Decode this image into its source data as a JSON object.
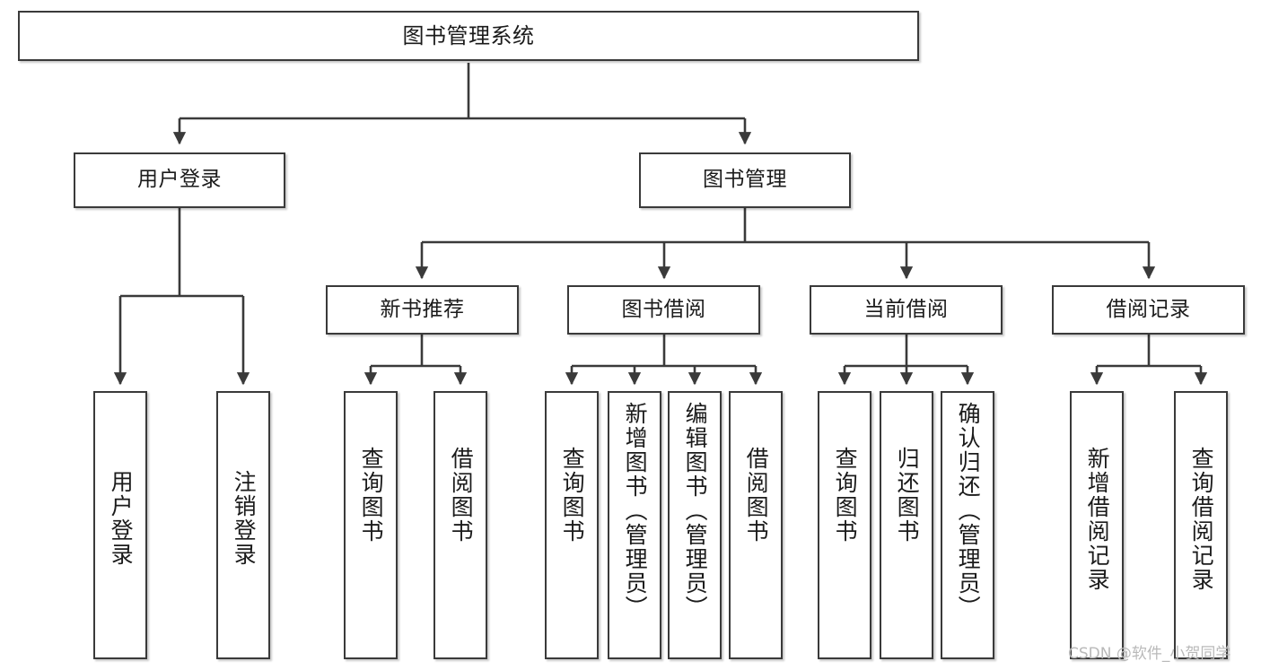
{
  "diagram": {
    "kind": "tree-hierarchy",
    "title": "图书管理系统",
    "line_color": "#3a3a3a",
    "box_fill": "#ffffff",
    "text_color": "#1b1b1b",
    "watermark": "CSDN @软件_小贺同学"
  },
  "root": {
    "label": "图书管理系统"
  },
  "level1": [
    {
      "label": "用户登录"
    },
    {
      "label": "图书管理"
    }
  ],
  "level2": [
    {
      "label": "新书推荐"
    },
    {
      "label": "图书借阅"
    },
    {
      "label": "当前借阅"
    },
    {
      "label": "借阅记录"
    }
  ],
  "leaves": {
    "user_login": [
      {
        "label": "用户登录"
      },
      {
        "label": "注销登录"
      }
    ],
    "new_book_recommend": [
      {
        "label": "查询图书"
      },
      {
        "label": "借阅图书"
      }
    ],
    "book_borrow": [
      {
        "label": "查询图书"
      },
      {
        "label": "新增图书（管理员）"
      },
      {
        "label": "编辑图书（管理员）"
      },
      {
        "label": "借阅图书"
      }
    ],
    "current_borrow": [
      {
        "label": "查询图书"
      },
      {
        "label": "归还图书"
      },
      {
        "label": "确认归还（管理员）"
      }
    ],
    "borrow_record": [
      {
        "label": "新增借阅记录"
      },
      {
        "label": "查询借阅记录"
      }
    ]
  },
  "chart_data": {
    "type": "table",
    "title": "图书管理系统 功能结构图",
    "nodes": [
      {
        "id": "root",
        "label": "图书管理系统",
        "level": 0,
        "parent": null
      },
      {
        "id": "n-user-login",
        "label": "用户登录",
        "level": 1,
        "parent": "root"
      },
      {
        "id": "n-book-manage",
        "label": "图书管理",
        "level": 1,
        "parent": "root"
      },
      {
        "id": "n-new-book",
        "label": "新书推荐",
        "level": 2,
        "parent": "n-book-manage"
      },
      {
        "id": "n-book-borrow",
        "label": "图书借阅",
        "level": 2,
        "parent": "n-book-manage"
      },
      {
        "id": "n-current-borrow",
        "label": "当前借阅",
        "level": 2,
        "parent": "n-book-manage"
      },
      {
        "id": "n-borrow-record",
        "label": "借阅记录",
        "level": 2,
        "parent": "n-book-manage"
      },
      {
        "id": "l-user-login",
        "label": "用户登录",
        "level": 2,
        "parent": "n-user-login"
      },
      {
        "id": "l-logout",
        "label": "注销登录",
        "level": 2,
        "parent": "n-user-login"
      },
      {
        "id": "l-nb-query",
        "label": "查询图书",
        "level": 3,
        "parent": "n-new-book"
      },
      {
        "id": "l-nb-borrow",
        "label": "借阅图书",
        "level": 3,
        "parent": "n-new-book"
      },
      {
        "id": "l-bb-query",
        "label": "查询图书",
        "level": 3,
        "parent": "n-book-borrow"
      },
      {
        "id": "l-bb-add",
        "label": "新增图书（管理员）",
        "level": 3,
        "parent": "n-book-borrow"
      },
      {
        "id": "l-bb-edit",
        "label": "编辑图书（管理员）",
        "level": 3,
        "parent": "n-book-borrow"
      },
      {
        "id": "l-bb-borrow",
        "label": "借阅图书",
        "level": 3,
        "parent": "n-book-borrow"
      },
      {
        "id": "l-cb-query",
        "label": "查询图书",
        "level": 3,
        "parent": "n-current-borrow"
      },
      {
        "id": "l-cb-return",
        "label": "归还图书",
        "level": 3,
        "parent": "n-current-borrow"
      },
      {
        "id": "l-cb-confirm",
        "label": "确认归还（管理员）",
        "level": 3,
        "parent": "n-current-borrow"
      },
      {
        "id": "l-br-add",
        "label": "新增借阅记录",
        "level": 3,
        "parent": "n-borrow-record"
      },
      {
        "id": "l-br-query",
        "label": "查询借阅记录",
        "level": 3,
        "parent": "n-borrow-record"
      }
    ]
  }
}
